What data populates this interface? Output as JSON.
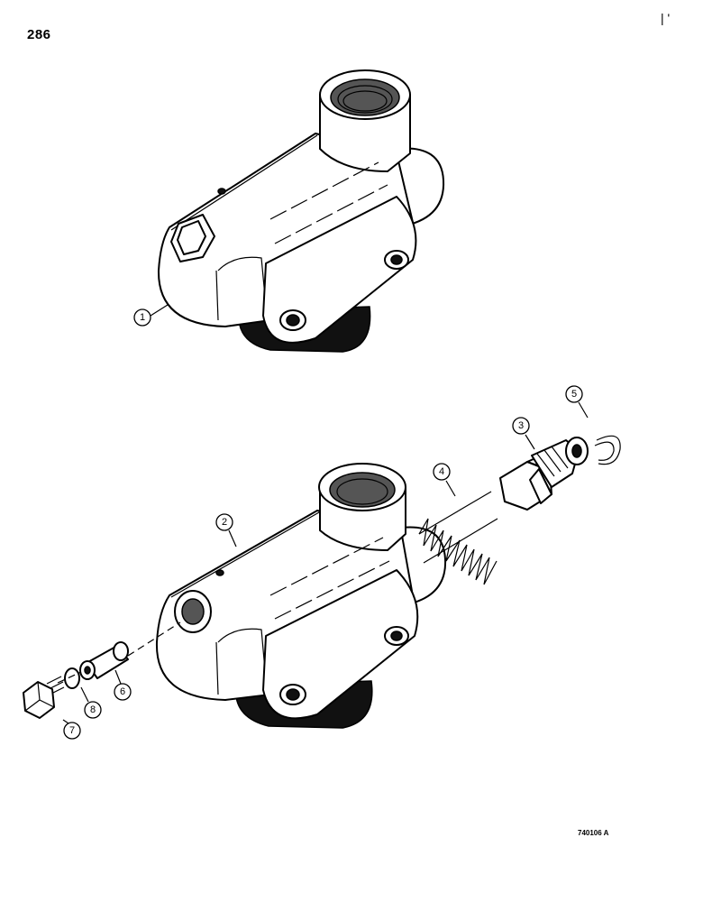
{
  "page": {
    "number": "286",
    "corner_mark": "| '",
    "figure_code": "740106 A"
  },
  "callouts": [
    {
      "id": "1",
      "label": "1"
    },
    {
      "id": "2",
      "label": "2"
    },
    {
      "id": "3",
      "label": "3"
    },
    {
      "id": "4",
      "label": "4"
    },
    {
      "id": "5",
      "label": "5"
    },
    {
      "id": "6",
      "label": "6"
    },
    {
      "id": "7",
      "label": "7"
    },
    {
      "id": "8",
      "label": "8"
    }
  ],
  "icons": {
    "valve_assembly": "valve-housing-assembly-icon",
    "valve_housing": "valve-housing-icon",
    "relief_valve": "relief-valve-icon",
    "spring": "spring-icon",
    "snap_ring": "snap-ring-icon",
    "orifice_plug": "orifice-plug-icon",
    "plug": "hex-plug-icon",
    "o_ring": "o-ring-icon"
  }
}
